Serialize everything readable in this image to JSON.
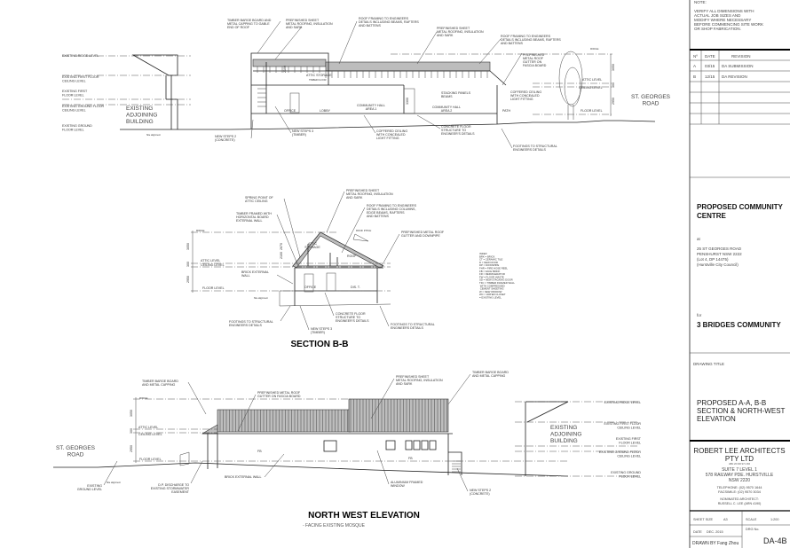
{
  "title_block": {
    "note_heading": "NOTE:",
    "note": [
      "VERIFY ALL DIMENSIONS WITH",
      "ACTUAL JOB   SIZES    AND",
      "MODIFY   WHERE NECESSARY",
      "BEFORE COMMENCING SITE WORK",
      "OR SHOP FABRICATION."
    ],
    "revision_headers": [
      "Nº",
      "DATE",
      "REVISION"
    ],
    "revisions": [
      {
        "no": "A",
        "date": "03/15",
        "revision": "DA SUBMISSION"
      },
      {
        "no": "B",
        "date": "12/15",
        "revision": "DA REVISION"
      }
    ],
    "project": [
      "PROPOSED COMMUNITY",
      "CENTRE"
    ],
    "at": "at",
    "address": [
      "25 ST GEORGES ROAD",
      "PENSHURST NSW 2222",
      "(Lot 4, DP 14475)",
      "(Hurstville City Council)"
    ],
    "for": "for",
    "client": "3 BRIDGES COMMUNITY",
    "drawing_title_label": "DRAWING TITLE",
    "drawing_title": [
      "PROPOSED A-A, B-B",
      "SECTION & NORTH-WEST",
      "ELEVATION"
    ],
    "firm": [
      "ROBERT LEE ARCHITECTS",
      "PTY LTD"
    ],
    "abn": "ABN 26 000 971 466",
    "firm_address": [
      "SUITE 7 LEVEL 1",
      "578 RAILWAY PDE. HURSTVILLE",
      "NSW 2220"
    ],
    "telephone": "TELEPHONE:   (02) 9570 1644",
    "facsimile": "FACSIMILE:   (02) 9570 3034",
    "nominated": [
      "NOMINATED ARCHITECT:",
      "RUSSELL C. LEE (ARN 4190)"
    ],
    "sheet_size_label": "SHEET SIZE",
    "sheet_size": "A3",
    "scale_label": "SCALE",
    "scale": "1:200",
    "date_label": "DATE",
    "date": "DEC. 2015",
    "drg_label": "DRG No.",
    "drg_no": "DA-4B",
    "drawn_by": "DRAWN BY    Fang Zhou"
  },
  "section_aa": {
    "existing_levels": [
      "EXISTING RIDGE LEVEL",
      [
        "EXISTING FIRST FLOOR",
        "CEILING LEVEL"
      ],
      [
        "EXISTING FIRST",
        "FLOOR LEVEL"
      ],
      [
        "EXISTING GROUND FLOOR",
        "CEILING LEVEL"
      ],
      [
        "EXISTING GROUND",
        "FLOOR LEVEL"
      ]
    ],
    "existing_building": [
      "EXISTING",
      "ADJOINING",
      "BUILDING"
    ],
    "site_alignment": "Site alignment",
    "rooms": {
      "attic": "ATTIC STORAGE",
      "attic_floor": "TIMBER FLOOR",
      "office": "OFFICE",
      "lobby": "LOBBY",
      "hall1": [
        "COMMUNITY HALL",
        "AREA 1"
      ],
      "hall2": [
        "COMMUNITY HALL",
        "AREA 2"
      ],
      "path": "PATH"
    },
    "dims": {
      "d2100": "2100",
      "d3300": "3300",
      "d3050": "3050",
      "d300": "300",
      "d2950": "2950"
    },
    "levels": {
      "ridge": "RIDGE",
      "attic": "ATTIC LEVEL",
      "ceiling": "CEILING LEVEL",
      "floor": "FLOOR LEVEL"
    },
    "road": [
      "ST. GEORGES",
      "ROAD"
    ],
    "notes": {
      "barge": [
        "TIMBER BARGE BOARD AND",
        "METAL CAPPING TO GABLE",
        "END OF ROOF"
      ],
      "roofing1": [
        "PREFINISHED SHEET",
        "METAL ROOFING, INSULATION",
        "AND SARK"
      ],
      "framing1": [
        "ROOF FRAMING TO ENGINEERS",
        "DETAILS INCLUDING BEAMS, RAFTERS",
        "AND BATTENS"
      ],
      "roofing2": [
        "PREFINISHED SHEET",
        "METAL ROOFING, INSULATION",
        "AND SARK"
      ],
      "framing2": [
        "ROOF FRAMING TO ENGINEERS",
        "DETAILS INCLUDING BEAMS, RAFTERS",
        "AND BATTENS"
      ],
      "gutter": [
        "PREFINISHED",
        "METAL ROOF",
        "GUTTER ON",
        "FASCIA BOARD"
      ],
      "stacking": [
        "STACKING PANELS",
        "BEAMS"
      ],
      "coffered1": [
        "COFFERED CEILING",
        "WITH CONCEALED",
        "LIGHT FITTING"
      ],
      "coffered2": [
        "COFFERED CEILING",
        "WITH CONCEALED",
        "LIGHT FITTING"
      ],
      "concrete": [
        "CONCRETE FLOOR",
        "STRUCTURE TO",
        "ENGINEER'S DETAILS"
      ],
      "footings": [
        "FOOTINGS TO STRUCTURAL",
        "ENGINEERS DETAILS"
      ],
      "steps_timber": [
        "NEW STEPS 3",
        "(TIMBER)"
      ],
      "steps_concrete": [
        "NEW STEPS 2",
        "(CONCRETE)"
      ]
    }
  },
  "section_bb": {
    "title": "SECTION B-B",
    "rooms": {
      "attic": [
        "ATTIC",
        "STORAGE"
      ],
      "roof": "ROOF",
      "office": "OFFICE",
      "dist": "DIS. T."
    },
    "dims": {
      "d3050": "3050",
      "d300": "300",
      "d2950": "2950",
      "d2670": "2670",
      "d2100": "2100"
    },
    "levels": {
      "ridge": "RIDGE",
      "attic": "ATTIC LEVEL",
      "ceiling": "CEILING LEVEL",
      "floor": "FLOOR LEVEL"
    },
    "site_alignment": "Site alignment",
    "roof_pitch": "ROOF PITCH",
    "notes": {
      "spring": [
        "SPRING POINT OF",
        "ATTIC CEILING"
      ],
      "timber": [
        "TIMBER FRAMED WITH",
        "HORIZONTAL BOARD",
        "EXTERNAL WALL"
      ],
      "roofing": [
        "PREFINISHED SHEET",
        "METAL ROOFING, INSULATION",
        "AND SARK"
      ],
      "framing": [
        "ROOF FRAMING TO ENGINEERS",
        "DETAILS INCLUDING COLUMNS,",
        "EDGE BEAMS, RAFTERS",
        "AND BATTENS"
      ],
      "gutter": [
        "PREFINISHED METAL ROOF",
        "GUTTER AND DOWNPIPE"
      ],
      "brick": [
        "BRICK EXTERNAL",
        "WALL"
      ],
      "footings_l": [
        "FOOTINGS TO STRUCTURAL",
        "ENGINEERS DETAILS"
      ],
      "concrete": [
        "CONCRETE FLOOR",
        "STRUCTURE TO",
        "ENGINEER'S DETAILS"
      ],
      "footings_r": [
        "FOOTINGS TO STRUCTURAL",
        "ENGINEERS DETAILS"
      ],
      "steps": [
        "NEW STEPS 3",
        "(TIMBER)"
      ]
    },
    "legend": [
      "INDEX:",
      "BRK = BRICK",
      "CT = CERAMIC TILE",
      "D = NEW DOOR",
      "DP = DOWNPIPE",
      "FHR = FIRE HOSE REEL",
      "FB = FACE BRICK",
      "FR = REFRIGERATOR",
      "FW = FLOOR WASTE",
      "SD = NEW STACKING DOOR",
      "TFC = TIMBER FRAMED WALL",
      "  WITH COMPRESSED",
      "  CEMENT SHEETING",
      "W = NEW WINDOW",
      "WC = WATER CLOSET",
      "= EXISTING LEVEL"
    ]
  },
  "elevation": {
    "title": "NORTH WEST ELEVATION",
    "subtitle": "- FACING EXISTING MOSQUE",
    "road": [
      "ST. GEORGES",
      "ROAD"
    ],
    "dims": {
      "d3050": "3050",
      "d300": "300",
      "d2950": "2950"
    },
    "levels": {
      "ridge": "RIDGE",
      "attic": "ATTIC LEVEL",
      "ceiling": "CEILING LEVEL",
      "floor": "FLOOR LEVEL"
    },
    "fb": "FB",
    "site_alignment": "Site alignment",
    "existing_building": [
      "EXISTING",
      "ADJOINING",
      "BUILDING"
    ],
    "existing_levels": [
      "EXISTING RIDGE LEVEL",
      [
        "EXISTING FIRST FLOOR",
        "CEILING LEVEL"
      ],
      [
        "EXISTING FIRST",
        "FLOOR LEVEL"
      ],
      [
        "EXISTING GROUND FLOOR",
        "CEILING LEVEL"
      ],
      [
        "EXISTING GROUND",
        "FLOOR LEVEL"
      ]
    ],
    "notes": {
      "barge_l": [
        "TIMBER BARGE BOARD",
        "AND METAL CAPPING"
      ],
      "gutter": [
        "PREFINISHED METAL ROOF",
        "GUTTER ON FASCIA BOARD"
      ],
      "roofing": [
        "PREFINISHED SHEET",
        "METAL ROOFING, INSULATION",
        "AND SARK"
      ],
      "barge_r": [
        "TIMBER BARGE BOARD",
        "AND METAL CAPPING"
      ],
      "ground": [
        "EXISTING",
        "GROUND LEVEL"
      ],
      "dp": [
        "D.P. DISCHARGE TO",
        "EXISTING STORMWATER",
        "EASEMENT"
      ],
      "brick": "BRICK EXTERNAL WALL",
      "window": [
        "ALUMINIUM FRAMED",
        "WINDOW"
      ],
      "steps": [
        "NEW STEPS 2",
        "(CONCRETE)"
      ]
    }
  }
}
